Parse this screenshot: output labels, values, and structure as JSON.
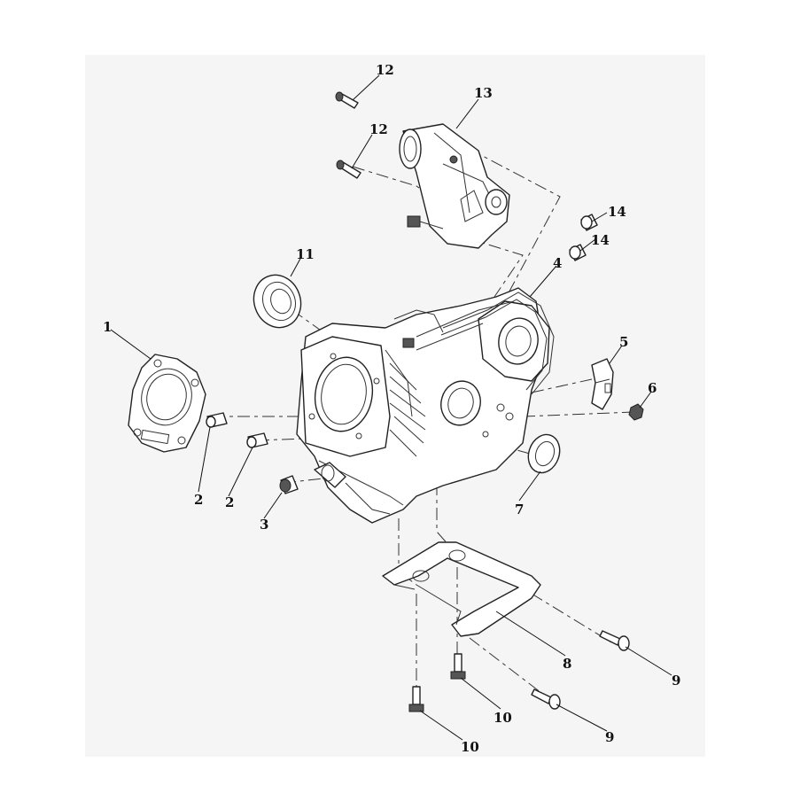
{
  "callouts": {
    "c1": "1",
    "c2a": "2",
    "c2b": "2",
    "c3": "3",
    "c4": "4",
    "c5": "5",
    "c6": "6",
    "c7": "7",
    "c8": "8",
    "c9a": "9",
    "c9b": "9",
    "c10a": "10",
    "c10b": "10",
    "c11": "11",
    "c12a": "12",
    "c12b": "12",
    "c13": "13",
    "c14a": "14",
    "c14b": "14"
  }
}
